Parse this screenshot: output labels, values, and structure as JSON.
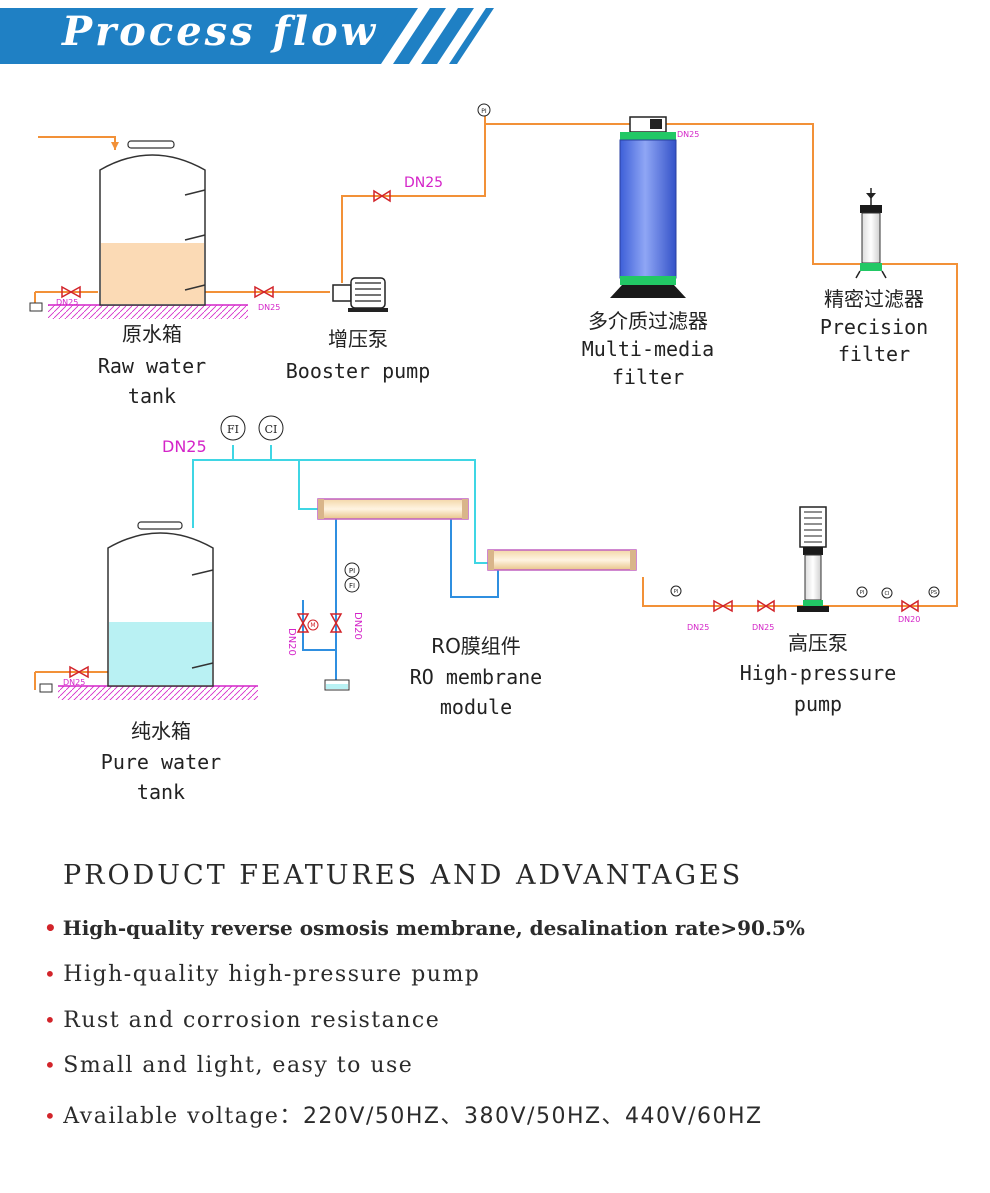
{
  "banner": {
    "title": "Process flow"
  },
  "colors": {
    "banner_blue": "#1f80c4",
    "pipe_orange": "#f29138",
    "pipe_cyan": "#3fd6e4",
    "pipe_blue": "#2f8fe0",
    "label_magenta": "#d424c8",
    "bullet_red": "#d2242a"
  },
  "equipment": {
    "raw_tank": {
      "cn": "原水箱",
      "en1": "Raw water",
      "en2": "tank"
    },
    "booster_pump": {
      "cn": "增压泵",
      "en1": "Booster pump"
    },
    "multimedia_filter": {
      "cn": "多介质过滤器",
      "en1": "Multi-media",
      "en2": "filter"
    },
    "precision_filter": {
      "cn": "精密过滤器",
      "en1": "Precision",
      "en2": "filter"
    },
    "ro_module": {
      "cn": "RO膜组件",
      "en1": "RO membrane",
      "en2": "module"
    },
    "high_pressure_pump": {
      "cn": "高压泵",
      "en1": "High-pressure",
      "en2": "pump"
    },
    "pure_tank": {
      "cn": "纯水箱",
      "en1": "Pure water",
      "en2": "tank"
    }
  },
  "pipe_labels": {
    "dn25": "DN25",
    "dn20": "DN20"
  },
  "instruments": {
    "pi": "PI",
    "fi": "FI",
    "ci": "CI",
    "ps": "PS",
    "m": "M"
  },
  "features": {
    "heading": "PRODUCT FEATURES AND ADVANTAGES",
    "bullet": "•",
    "items": [
      "High-quality reverse osmosis membrane, desalination rate>90.5%",
      "High-quality high-pressure pump",
      "Rust and corrosion resistance",
      "Small and light, easy to use"
    ],
    "voltage_label": "Available voltage：",
    "voltage_values": "220V/50HZ、380V/50HZ、440V/60HZ"
  }
}
